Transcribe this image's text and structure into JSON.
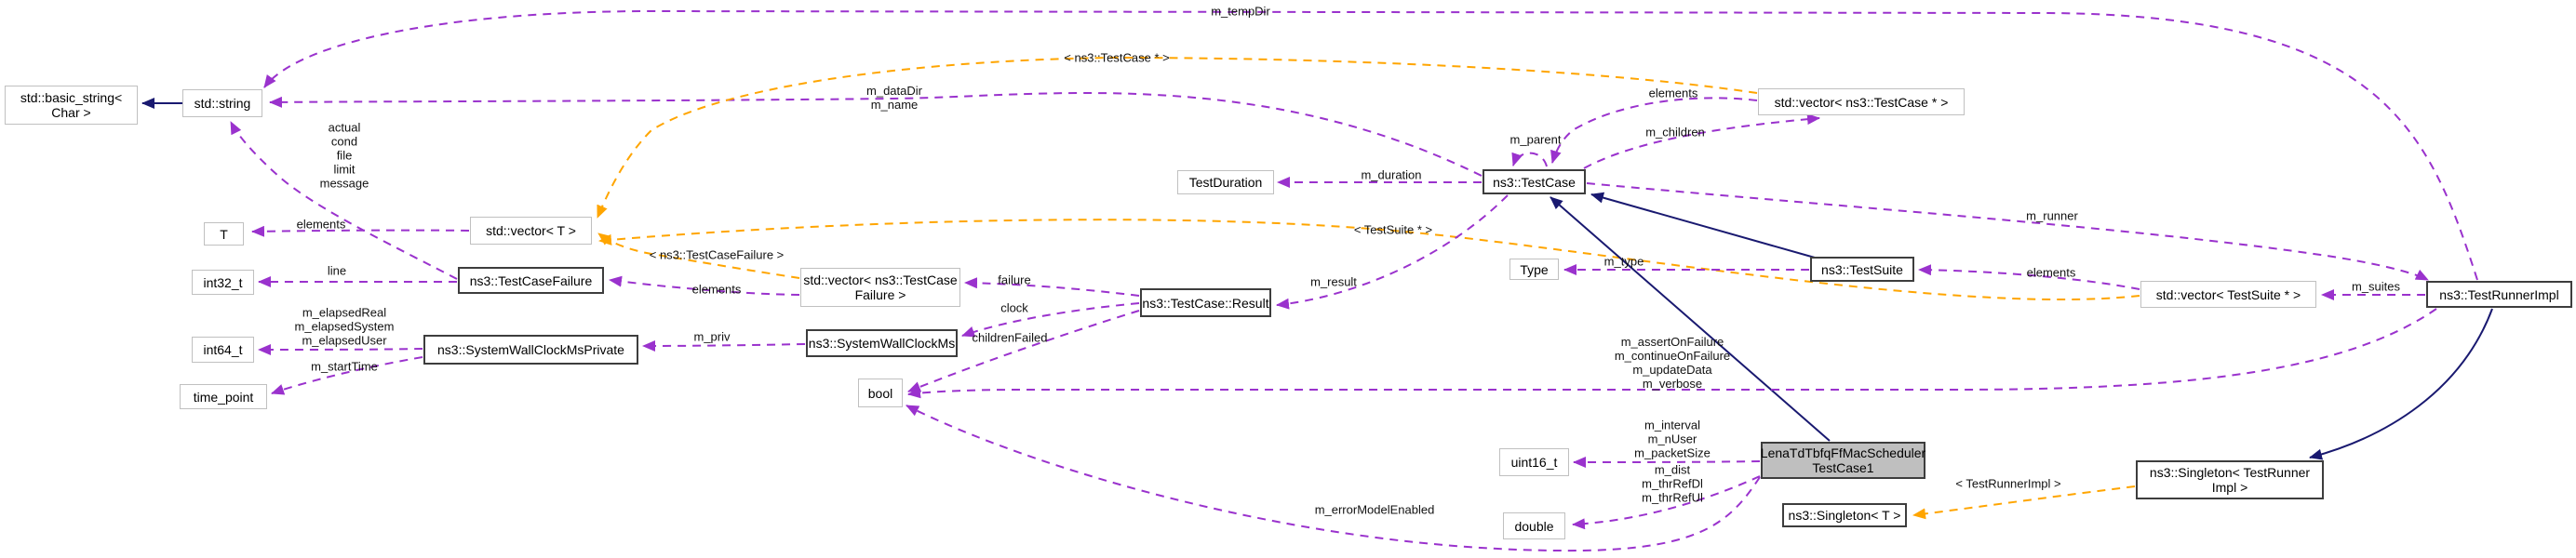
{
  "diagram_type": "doxygen-collaboration-graph",
  "colors": {
    "member_edge": "#9a32cd",
    "template_edge": "#ffa500",
    "inheritance_edge": "#191970",
    "highlight_fill": "#bfbfbf",
    "node_border_plain": "#c0c0c0",
    "node_border_bold": "#3d3d3d"
  },
  "nodes": [
    {
      "id": "basic_string",
      "label": "std::basic_string<\nChar >",
      "kind": "plain"
    },
    {
      "id": "std_string",
      "label": "std::string",
      "kind": "plain"
    },
    {
      "id": "T",
      "label": "T",
      "kind": "plain"
    },
    {
      "id": "int32",
      "label": "int32_t",
      "kind": "plain"
    },
    {
      "id": "int64",
      "label": "int64_t",
      "kind": "plain"
    },
    {
      "id": "time_point",
      "label": "time_point",
      "kind": "plain"
    },
    {
      "id": "vecT",
      "label": "std::vector< T >",
      "kind": "plain"
    },
    {
      "id": "tcf",
      "label": "ns3::TestCaseFailure",
      "kind": "bold"
    },
    {
      "id": "swcmp",
      "label": "ns3::SystemWallClockMsPrivate",
      "kind": "bold"
    },
    {
      "id": "vecTCF",
      "label": "std::vector< ns3::TestCase\nFailure >",
      "kind": "plain"
    },
    {
      "id": "swcm",
      "label": "ns3::SystemWallClockMs",
      "kind": "bold"
    },
    {
      "id": "bool",
      "label": "bool",
      "kind": "plain"
    },
    {
      "id": "result",
      "label": "ns3::TestCase::Result",
      "kind": "bold"
    },
    {
      "id": "duration",
      "label": "TestDuration",
      "kind": "plain"
    },
    {
      "id": "testcase",
      "label": "ns3::TestCase",
      "kind": "bold"
    },
    {
      "id": "type",
      "label": "Type",
      "kind": "plain"
    },
    {
      "id": "testsuite",
      "label": "ns3::TestSuite",
      "kind": "bold"
    },
    {
      "id": "vecTC",
      "label": "std::vector< ns3::TestCase * >",
      "kind": "plain"
    },
    {
      "id": "vecTS",
      "label": "std::vector< TestSuite * >",
      "kind": "plain"
    },
    {
      "id": "runner",
      "label": "ns3::TestRunnerImpl",
      "kind": "bold"
    },
    {
      "id": "lena",
      "label": "LenaTdTbfqFfMacScheduler\nTestCase1",
      "kind": "highlight"
    },
    {
      "id": "uint16",
      "label": "uint16_t",
      "kind": "plain"
    },
    {
      "id": "double",
      "label": "double",
      "kind": "plain"
    },
    {
      "id": "singT",
      "label": "ns3::Singleton< T >",
      "kind": "bold"
    },
    {
      "id": "singTRI",
      "label": "ns3::Singleton< TestRunner\nImpl >",
      "kind": "bold"
    }
  ],
  "edge_labels": [
    {
      "id": "l_tempdir",
      "text": "m_tempDir"
    },
    {
      "id": "l_tc_tmpl",
      "text": "< ns3::TestCase * >"
    },
    {
      "id": "l_name",
      "text": "m_dataDir\nm_name"
    },
    {
      "id": "l_actual",
      "text": "actual\ncond\nfile\nlimit\nmessage"
    },
    {
      "id": "l_elements_T",
      "text": "elements"
    },
    {
      "id": "l_line",
      "text": "line"
    },
    {
      "id": "l_elapsed",
      "text": "m_elapsedReal\nm_elapsedSystem\nm_elapsedUser"
    },
    {
      "id": "l_starttime",
      "text": "m_startTime"
    },
    {
      "id": "l_tcf_tmpl",
      "text": "< ns3::TestCaseFailure >"
    },
    {
      "id": "l_elements_tcf",
      "text": "elements"
    },
    {
      "id": "l_priv",
      "text": "m_priv"
    },
    {
      "id": "l_failure",
      "text": "failure"
    },
    {
      "id": "l_clock",
      "text": "clock"
    },
    {
      "id": "l_childrenfailed",
      "text": "childrenFailed"
    },
    {
      "id": "l_result",
      "text": "m_result"
    },
    {
      "id": "l_duration",
      "text": "m_duration"
    },
    {
      "id": "l_ts_tmpl",
      "text": "< TestSuite * >"
    },
    {
      "id": "l_parent",
      "text": "m_parent"
    },
    {
      "id": "l_children",
      "text": "m_children"
    },
    {
      "id": "l_elements_tc",
      "text": "elements"
    },
    {
      "id": "l_type",
      "text": "m_type"
    },
    {
      "id": "l_runner",
      "text": "m_runner"
    },
    {
      "id": "l_elements_ts",
      "text": "elements"
    },
    {
      "id": "l_suites",
      "text": "m_suites"
    },
    {
      "id": "l_tri_tmpl",
      "text": "< TestRunnerImpl >"
    },
    {
      "id": "l_assert",
      "text": "m_assertOnFailure\nm_continueOnFailure\nm_updateData\nm_verbose"
    },
    {
      "id": "l_interval",
      "text": "m_interval\nm_nUser\nm_packetSize"
    },
    {
      "id": "l_dist",
      "text": "m_dist\nm_thrRefDl\nm_thrRefUl"
    },
    {
      "id": "l_errormodel",
      "text": "m_errorModelEnabled"
    }
  ]
}
